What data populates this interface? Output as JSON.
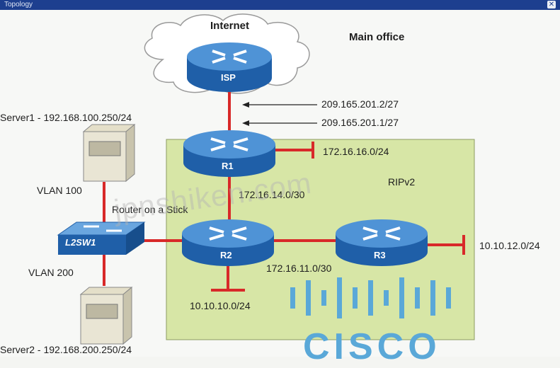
{
  "window": {
    "title": "Topology",
    "close_glyph": "✕"
  },
  "labels": {
    "internet": "Internet",
    "main_office": "Main office",
    "isp_ip_2": "209.165.201.2/27",
    "isp_ip_1": "209.165.201.1/27",
    "server1": "Server1 - 192.168.100.250/24",
    "server2": "Server2 - 192.168.200.250/24",
    "vlan100": "VLAN 100",
    "vlan200": "VLAN 200",
    "router_on_stick": "Router on a Stick",
    "r1_lan": "172.16.16.0/24",
    "ripv2": "RIPv2",
    "link_r1_r2": "172.16.14.0/30",
    "link_r2_r3": "172.16.11.0/30",
    "r2_lan": "10.10.10.0/24",
    "r3_lan": "10.10.12.0/24"
  },
  "devices": {
    "isp": "ISP",
    "r1": "R1",
    "r2": "R2",
    "r3": "R3",
    "switch": "L2SW1"
  },
  "watermark": "jpnshiken.com",
  "brand": "CISCO",
  "colors": {
    "router_body": "#1f5fa8",
    "router_top": "#4f93d6",
    "link": "#d82929",
    "rip_area": "#d7e6a6",
    "cloud": "#ffffff",
    "cisco_blue": "#5aa8d8"
  }
}
